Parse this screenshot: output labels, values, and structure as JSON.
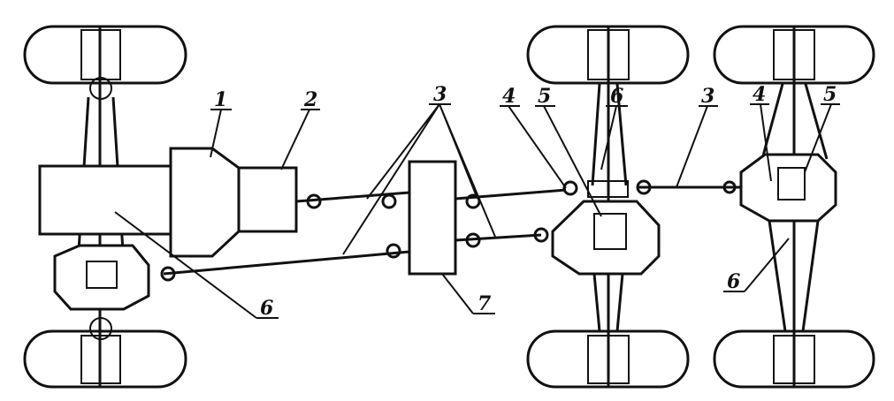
{
  "diagram": {
    "labels": {
      "engine": "1",
      "gearbox": "2",
      "cardan_shafts_top": "3",
      "rear_main_gear_mid": "4",
      "differential_mid": "5",
      "half_shafts_mid": "6",
      "cardan_shaft_right": "3",
      "rear_main_gear_right": "4",
      "differential_right": "5",
      "half_shafts_right": "6",
      "half_shafts_front": "6",
      "transfer_case": "7"
    }
  }
}
